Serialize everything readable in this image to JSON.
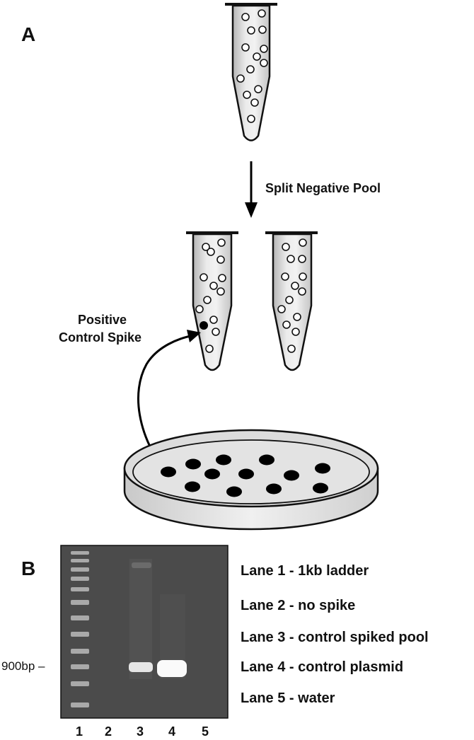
{
  "panel_a": {
    "letter": "A",
    "split_label": "Split Negative Pool",
    "spike_label_line1": "Positive",
    "spike_label_line2": "Control Spike"
  },
  "panel_b": {
    "letter": "B",
    "size_marker": "900bp –",
    "legend": [
      "Lane 1 - 1kb ladder",
      "Lane 2 - no spike",
      "Lane 3 - control spiked pool",
      "Lane 4 - control plasmid",
      "Lane 5 - water"
    ],
    "lane_numbers": [
      "1",
      "2",
      "3",
      "4",
      "5"
    ]
  }
}
